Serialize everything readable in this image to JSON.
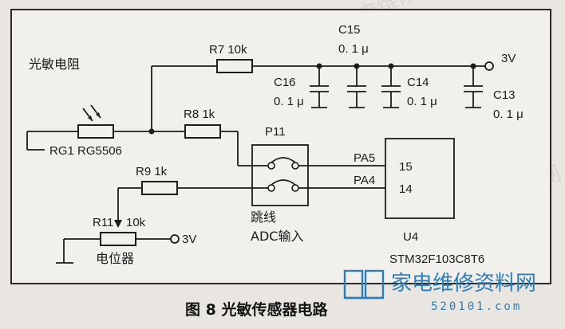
{
  "title_section": "光敏电阻",
  "components": {
    "R7": "R7  10k",
    "R8": "R8  1k",
    "R9": "R9  1k",
    "R11": "R11",
    "R11_value": "10k",
    "RG1": "RG1  RG5506",
    "C15": "C15",
    "C15_value": "0. 1 μ",
    "C16": "C16",
    "C16_value": "0. 1 μ",
    "C14": "C14",
    "C14_value": "0. 1 μ",
    "C13": "C13",
    "C13_value": "0. 1 μ",
    "P11": "P11",
    "U4": "U4",
    "U4_part": "STM32F103C8T6"
  },
  "nets": {
    "vcc_top": "3V",
    "vcc_pot": "3V",
    "pa5": "PA5",
    "pa4": "PA4",
    "pin15": "15",
    "pin14": "14"
  },
  "notes": {
    "jumper": "跳线",
    "adc": "ADC输入",
    "potentiometer": "电位器"
  },
  "caption": "图 8  光敏传感器电路",
  "watermark": {
    "brand": "家电维修资料网",
    "url": "520101.com"
  },
  "colors": {
    "ink": "#1c1c1c",
    "paper": "#f2f0ec",
    "brand": "#2c7db8"
  }
}
